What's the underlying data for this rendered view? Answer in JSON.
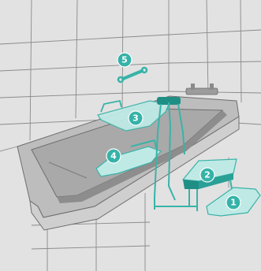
{
  "colors": {
    "wall": "#e2e2e2",
    "tile_line": "#777777",
    "tub_rim": "#bdbdbd",
    "tub_inner": "#a9a9a9",
    "tub_shadow": "#8d8d8d",
    "accessory_fill": "#bfe9e5",
    "accessory_stroke": "#3ab3a8",
    "accessory_dark": "#1f8f86",
    "callout": "#36b3a8"
  },
  "callouts": [
    {
      "id": "mat",
      "number": "1"
    },
    {
      "id": "step",
      "number": "2"
    },
    {
      "id": "board",
      "number": "3"
    },
    {
      "id": "seat",
      "number": "4"
    },
    {
      "id": "wrench",
      "number": "5"
    }
  ]
}
